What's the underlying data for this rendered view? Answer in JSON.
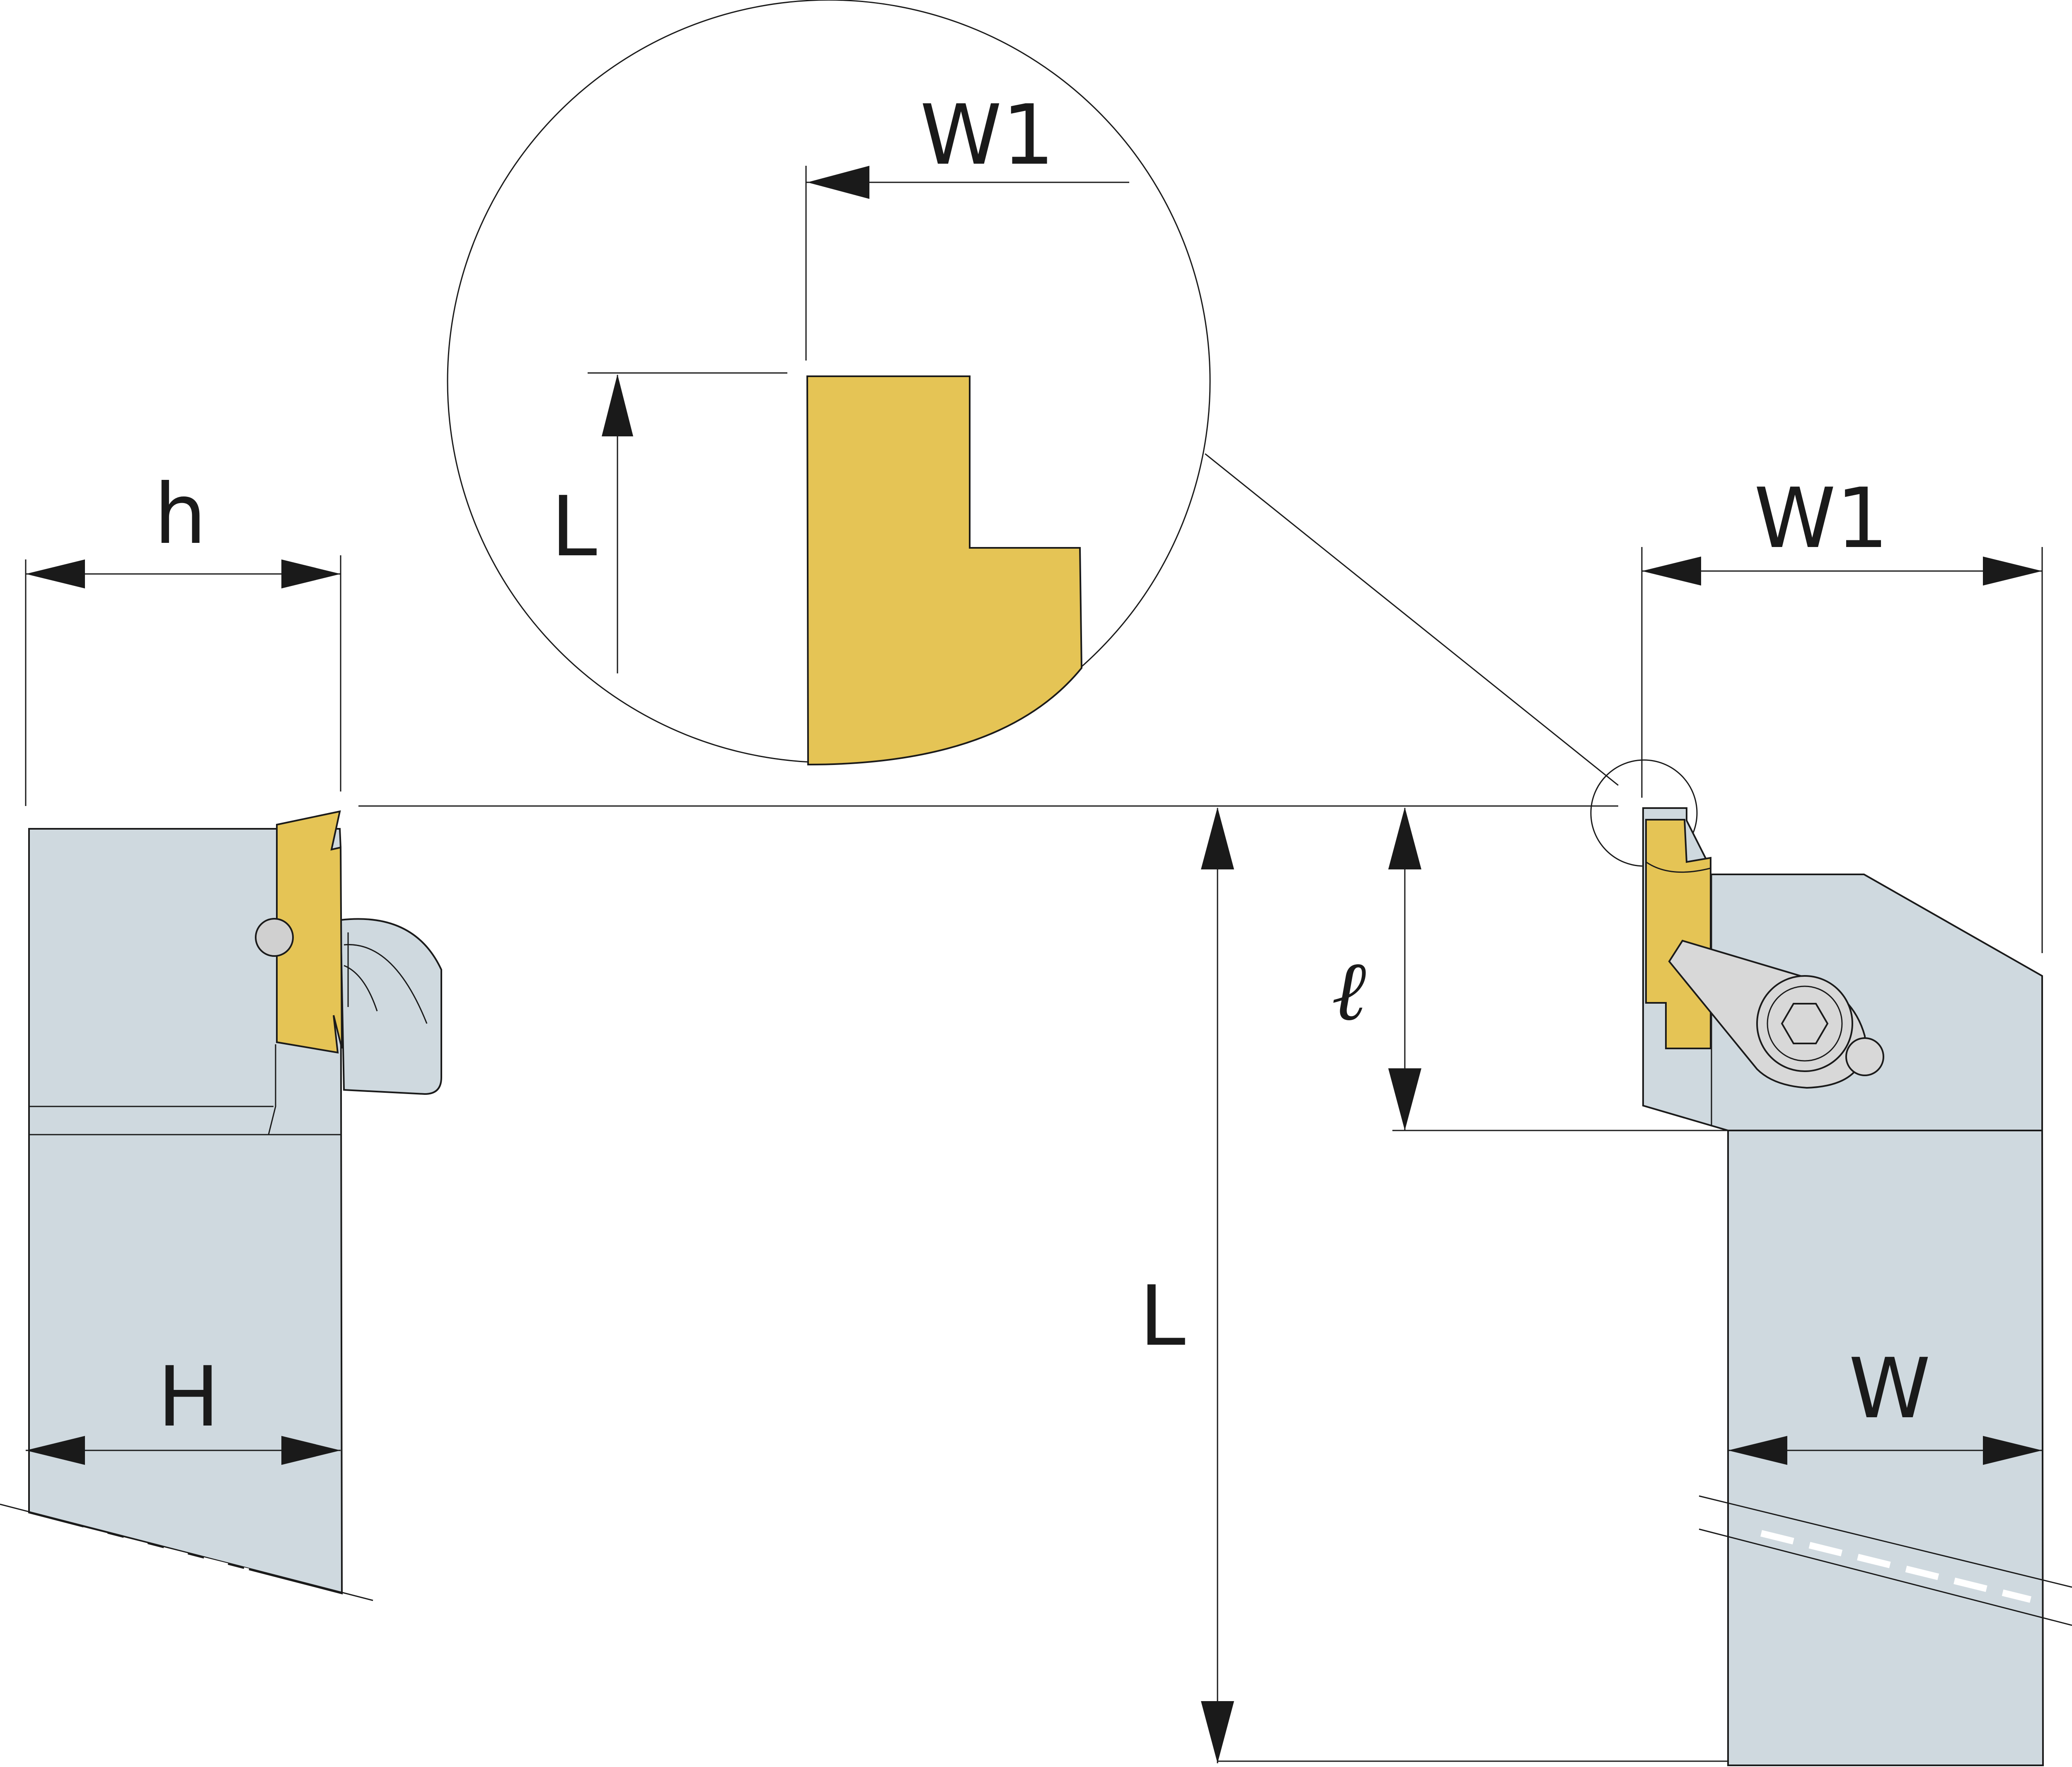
{
  "labels": {
    "detail_width": "W1",
    "detail_length": "L",
    "front_height": "h",
    "front_shank_height": "H",
    "side_width": "W1",
    "overall_length": "L",
    "clamp_length": "ℓ",
    "shank_width": "W"
  },
  "colors": {
    "shank": "#cfd9df",
    "insert": "#e5c455",
    "clamp": "#d8d8d8",
    "line": "#1a1a1a"
  }
}
